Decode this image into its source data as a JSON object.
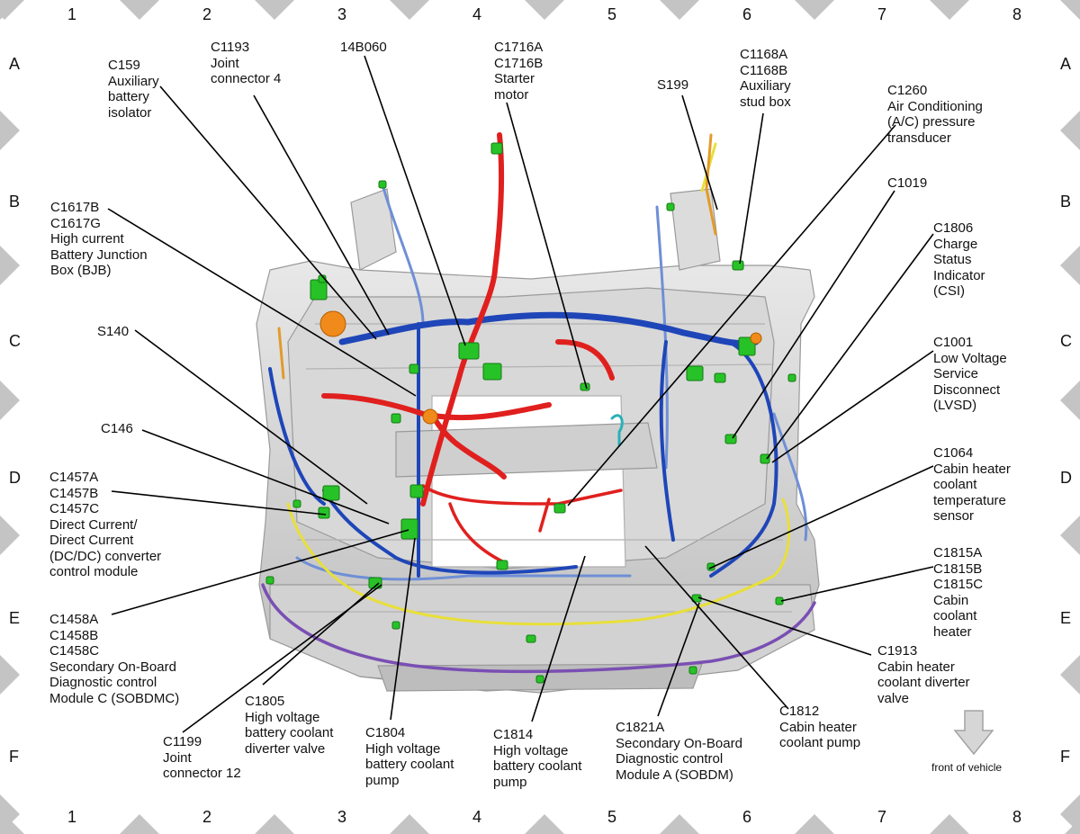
{
  "grid": {
    "columns": [
      "1",
      "2",
      "3",
      "4",
      "5",
      "6",
      "7",
      "8"
    ],
    "rows": [
      "A",
      "B",
      "C",
      "D",
      "E",
      "F"
    ]
  },
  "callouts": [
    {
      "id": "c159",
      "lines": [
        "C159",
        "Auxiliary",
        "battery",
        "isolator"
      ]
    },
    {
      "id": "c1193",
      "lines": [
        "C1193",
        "Joint",
        "connector 4"
      ]
    },
    {
      "id": "14b060",
      "lines": [
        "14B060"
      ]
    },
    {
      "id": "c1716",
      "lines": [
        "C1716A",
        "C1716B",
        "Starter",
        "motor"
      ]
    },
    {
      "id": "s199",
      "lines": [
        "S199"
      ]
    },
    {
      "id": "c1168",
      "lines": [
        "C1168A",
        "C1168B",
        "Auxiliary",
        "stud box"
      ]
    },
    {
      "id": "c1260",
      "lines": [
        "C1260",
        "Air Conditioning",
        "(A/C) pressure",
        "transducer"
      ]
    },
    {
      "id": "c1617",
      "lines": [
        "C1617B",
        "C1617G",
        "High current",
        "Battery Junction",
        "Box (BJB)"
      ]
    },
    {
      "id": "c1019",
      "lines": [
        "C1019"
      ]
    },
    {
      "id": "c1806",
      "lines": [
        "C1806",
        "Charge",
        "Status",
        "Indicator",
        "(CSI)"
      ]
    },
    {
      "id": "s140",
      "lines": [
        "S140"
      ]
    },
    {
      "id": "c1001",
      "lines": [
        "C1001",
        "Low Voltage",
        "Service",
        "Disconnect",
        "(LVSD)"
      ]
    },
    {
      "id": "c146",
      "lines": [
        "C146"
      ]
    },
    {
      "id": "c1064",
      "lines": [
        "C1064",
        "Cabin heater",
        "coolant",
        "temperature",
        "sensor"
      ]
    },
    {
      "id": "c1457",
      "lines": [
        "C1457A",
        "C1457B",
        "C1457C",
        "Direct Current/",
        "Direct Current",
        "(DC/DC) converter",
        "control module"
      ]
    },
    {
      "id": "c1815",
      "lines": [
        "C1815A",
        "C1815B",
        "C1815C",
        "Cabin",
        "coolant",
        "heater"
      ]
    },
    {
      "id": "c1458",
      "lines": [
        "C1458A",
        "C1458B",
        "C1458C",
        "Secondary On-Board",
        "Diagnostic control",
        "Module C (SOBDMC)"
      ]
    },
    {
      "id": "c1913",
      "lines": [
        "C1913",
        "Cabin heater",
        "coolant diverter",
        "valve"
      ]
    },
    {
      "id": "c1805",
      "lines": [
        "C1805",
        "High voltage",
        "battery coolant",
        "diverter valve"
      ]
    },
    {
      "id": "c1812",
      "lines": [
        "C1812",
        "Cabin heater",
        "coolant pump"
      ]
    },
    {
      "id": "c1199",
      "lines": [
        "C1199",
        "Joint",
        "connector 12"
      ]
    },
    {
      "id": "c1804",
      "lines": [
        "C1804",
        "High voltage",
        "battery coolant",
        "pump"
      ]
    },
    {
      "id": "c1814",
      "lines": [
        "C1814",
        "High voltage",
        "battery coolant",
        "pump"
      ]
    },
    {
      "id": "c1821",
      "lines": [
        "C1821A",
        "Secondary On-Board",
        "Diagnostic control",
        "Module A (SOBDM)"
      ]
    }
  ],
  "front_note": "front of vehicle",
  "colors": {
    "red_harness": "#e0201e",
    "blue_harness": "#1f46b8",
    "light_blue_harness": "#6f8fd6",
    "yellow_harness": "#e8df3a",
    "purple_harness": "#7a4fb3",
    "orange_harness": "#e39a2a",
    "connector_green": "#27c227",
    "chassis_gray": "#c9c9c9",
    "border_diamond": "#bfbfbf"
  }
}
